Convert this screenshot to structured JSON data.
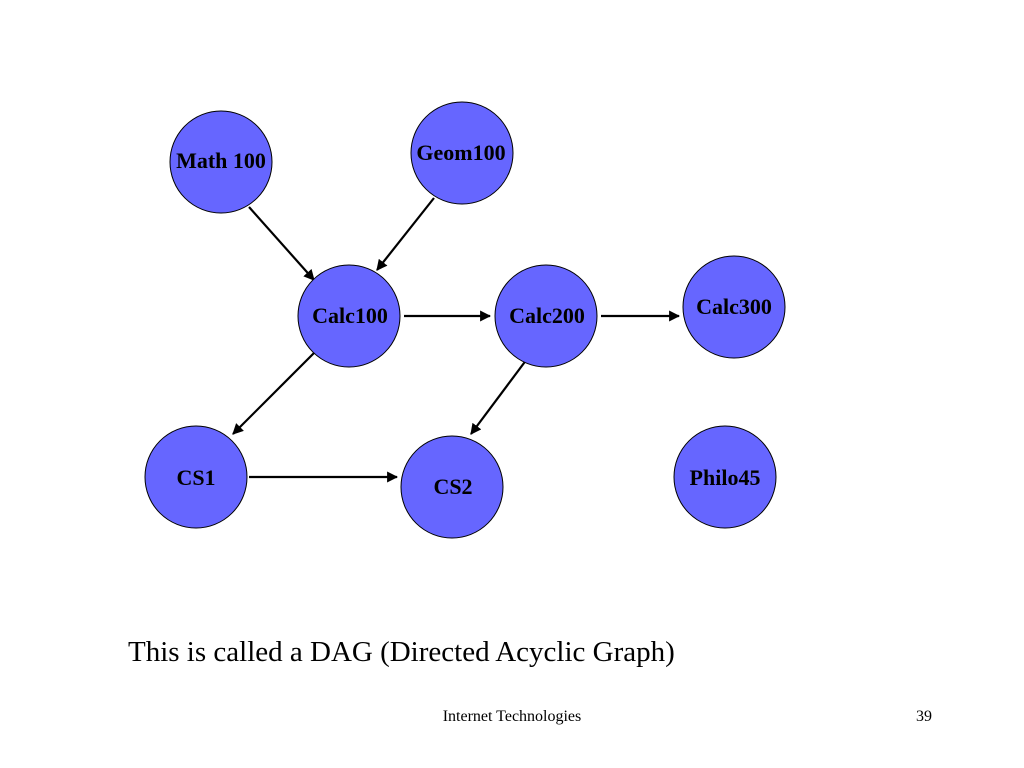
{
  "diagram": {
    "node_color": "#6666ff",
    "nodes": [
      {
        "id": "math100",
        "label": "Math 100"
      },
      {
        "id": "geom100",
        "label": "Geom100"
      },
      {
        "id": "calc100",
        "label": "Calc100"
      },
      {
        "id": "calc200",
        "label": "Calc200"
      },
      {
        "id": "calc300",
        "label": "Calc300"
      },
      {
        "id": "cs1",
        "label": "CS1"
      },
      {
        "id": "cs2",
        "label": "CS2"
      },
      {
        "id": "philo45",
        "label": "Philo45"
      }
    ],
    "edges": [
      {
        "from": "math100",
        "to": "calc100"
      },
      {
        "from": "geom100",
        "to": "calc100"
      },
      {
        "from": "calc100",
        "to": "calc200"
      },
      {
        "from": "calc200",
        "to": "calc300"
      },
      {
        "from": "calc100",
        "to": "cs1"
      },
      {
        "from": "calc200",
        "to": "cs2"
      },
      {
        "from": "cs1",
        "to": "cs2"
      }
    ]
  },
  "caption": "This is called a DAG (Directed Acyclic Graph)",
  "footer": {
    "title": "Internet Technologies",
    "page_number": "39"
  }
}
